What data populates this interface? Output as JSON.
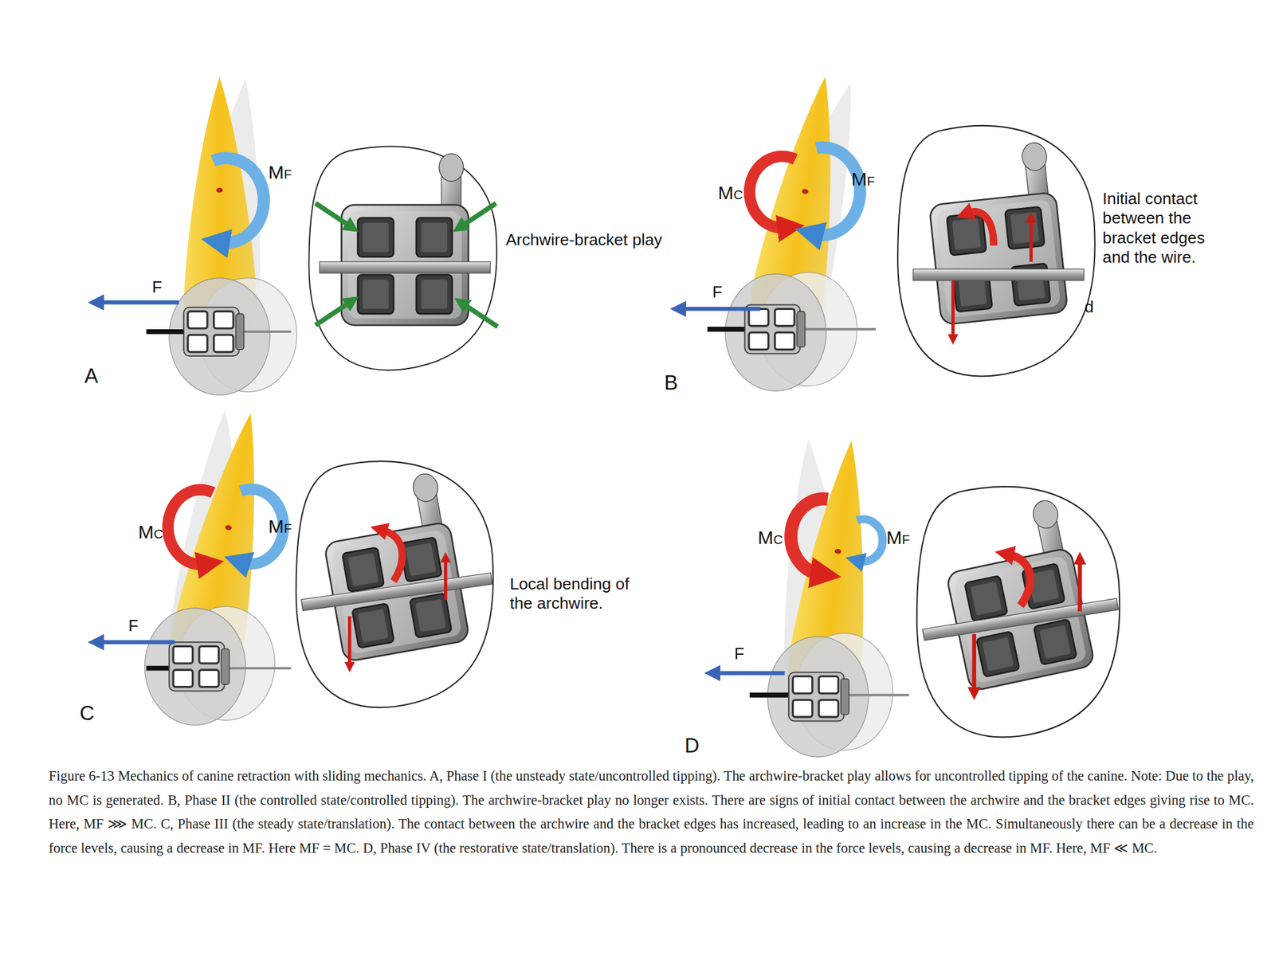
{
  "diagram": {
    "caption": "Figure 6-13 Mechanics of canine retraction with sliding mechanics. A, Phase I (the unsteady state/uncontrolled tipping). The archwire-bracket play allows for uncontrolled tipping of the canine. Note: Due to the play, no MC is generated. B, Phase II (the controlled state/controlled tipping). The archwire-bracket play no longer exists. There are signs of initial contact between the archwire and the bracket edges giving rise to MC. Here, MF ⋙ MC. C, Phase III (the steady state/translation). The contact between the archwire and the bracket edges has increased, leading to an increase in the MC. Simultaneously there can be a decrease in the force levels, causing a decrease in MF. Here MF = MC. D, Phase IV (the restorative state/translation). There is a pronounced decrease in the force levels, causing a decrease in MF. Here, MF ≪ MC.",
    "labels": [
      "MF",
      "F",
      "Archwire-bracket play",
      "A",
      "MC",
      "MF",
      "F",
      "Initial contact between the bracket edges and the wire.",
      "d",
      "B",
      "MC",
      "MF",
      "F",
      "Local bending of the archwire.",
      "C",
      "MC",
      "MF",
      "F",
      "D"
    ]
  }
}
